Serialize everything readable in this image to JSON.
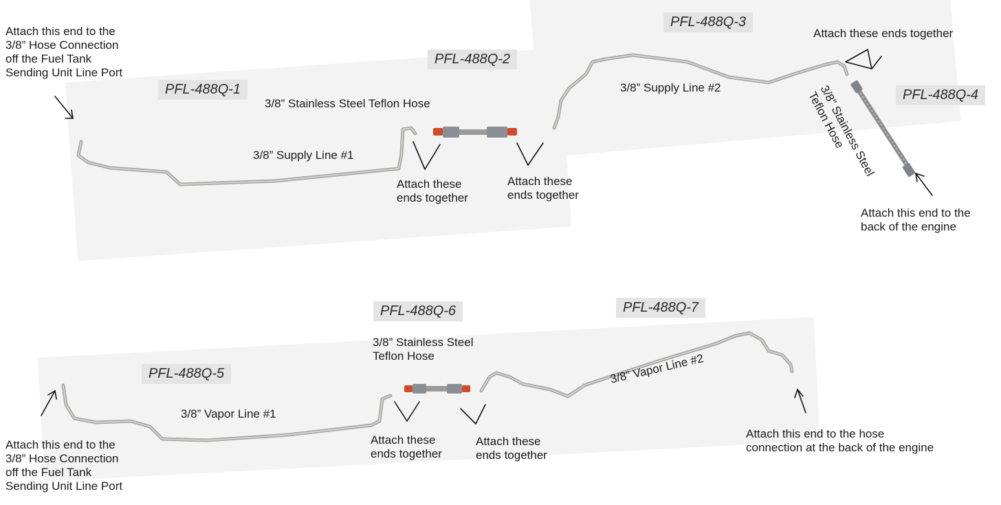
{
  "top": {
    "part1": {
      "tag": "PFL-488Q-1",
      "line_label": "3/8” Supply Line #1"
    },
    "part2": {
      "tag": "PFL-488Q-2",
      "hose_label": "3/8” Stainless Steel Teflon Hose"
    },
    "part3": {
      "tag": "PFL-488Q-3",
      "line_label": "3/8” Supply Line #2"
    },
    "part4": {
      "tag": "PFL-488Q-4",
      "hose_label": "3/8” Stainless Steel\nTeflon Hose"
    },
    "note_start": "Attach this end to the\n3/8” Hose Connection\noff the Fuel Tank\nSending Unit Line Port",
    "note_join_a": "Attach these\nends together",
    "note_join_b": "Attach these\nends together",
    "note_join_c": "Attach these ends together",
    "note_end": "Attach this end to the\nback of the engine"
  },
  "bottom": {
    "part5": {
      "tag": "PFL-488Q-5",
      "line_label": "3/8” Vapor Line #1"
    },
    "part6": {
      "tag": "PFL-488Q-6",
      "hose_label": "3/8” Stainless Steel\nTeflon Hose"
    },
    "part7": {
      "tag": "PFL-488Q-7",
      "line_label": "3/8” Vapor Line #2"
    },
    "note_start": "Attach this end to the\n3/8” Hose Connection\noff the Fuel Tank\nSending Unit Line Port",
    "note_join_a": "Attach these\nends together",
    "note_join_b": "Attach these\nends together",
    "note_end": "Attach this end to the hose\nconnection at the back of the engine"
  },
  "colors": {
    "tube": "#a8a8a4",
    "tag_bg": "#e4e4e4",
    "fitting_red": "#d24a2a",
    "fitting_blue": "#3a6bbf",
    "braid": "#8c8c8c"
  }
}
